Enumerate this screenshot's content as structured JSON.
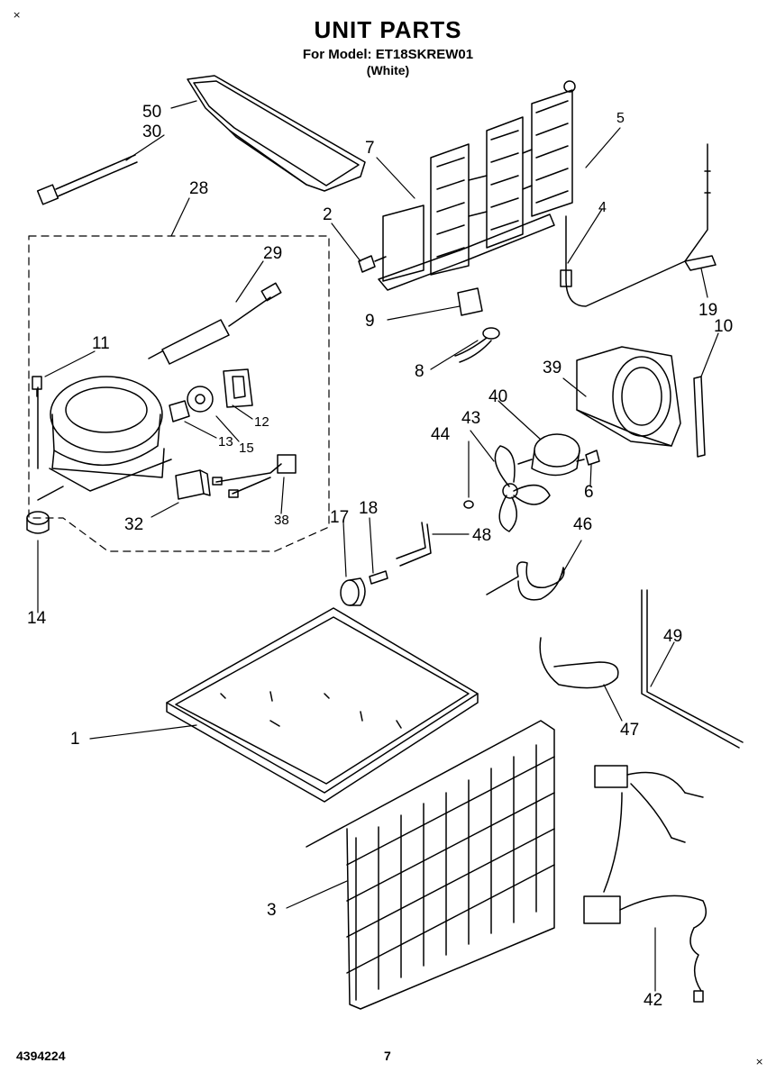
{
  "header": {
    "title": "UNIT PARTS",
    "model_line": "For Model: ET18SKREW01",
    "color_line": "(White)"
  },
  "footer": {
    "doc_number": "4394224",
    "page_number": "7"
  },
  "callouts": [
    "50",
    "30",
    "28",
    "29",
    "11",
    "12",
    "13",
    "15",
    "32",
    "38",
    "14",
    "2",
    "7",
    "5",
    "4",
    "19",
    "10",
    "9",
    "8",
    "39",
    "40",
    "43",
    "44",
    "6",
    "17",
    "18",
    "48",
    "46",
    "49",
    "47",
    "1",
    "3",
    "42"
  ]
}
